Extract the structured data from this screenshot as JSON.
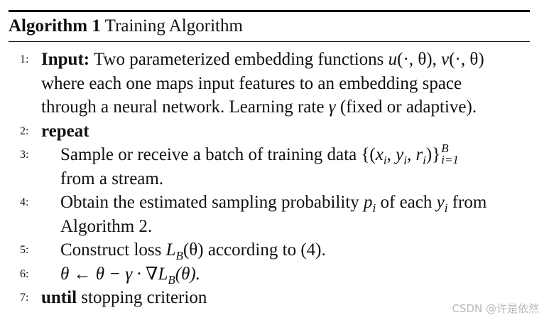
{
  "caption": {
    "label": "Algorithm 1",
    "title": "Training Algorithm"
  },
  "lines": [
    {
      "num": "1:",
      "parts": [
        "Input:",
        " Two parameterized embedding functions ",
        "u",
        "(·, θ), ",
        "v",
        "(·, θ)"
      ]
    },
    {
      "num": "",
      "text": "where each one maps input features to an embedding space"
    },
    {
      "num": "",
      "text": "through a neural network. Learning rate ",
      "gamma": "γ",
      "after": " (fixed or adaptive)."
    },
    {
      "num": "2:",
      "kw": "repeat"
    },
    {
      "num": "3:",
      "text": "Sample or receive a batch of training data {(",
      "math": "x",
      "sub_i": "i",
      "comma": ", ",
      "y": "y",
      "r": "r",
      "close": ")}",
      "sup": "B",
      "subrange": "i=1"
    },
    {
      "num": "",
      "text": "from a stream."
    },
    {
      "num": "4:",
      "text": "Obtain the estimated sampling probability ",
      "p": "p",
      "mid": " of each ",
      "y": "y",
      "end": " from"
    },
    {
      "num": "",
      "text": "Algorithm 2."
    },
    {
      "num": "5:",
      "text": "Construct loss ",
      "L": "L",
      "B": "B",
      "theta": "(θ)",
      "end": " according to (4)."
    },
    {
      "num": "6:",
      "expr": "θ ← θ − γ · ∇",
      "L": "L",
      "B": "B",
      "theta": "(θ)."
    },
    {
      "num": "7:",
      "kw": "until",
      "text": " stopping criterion"
    }
  ],
  "watermark": "CSDN @许是依然"
}
